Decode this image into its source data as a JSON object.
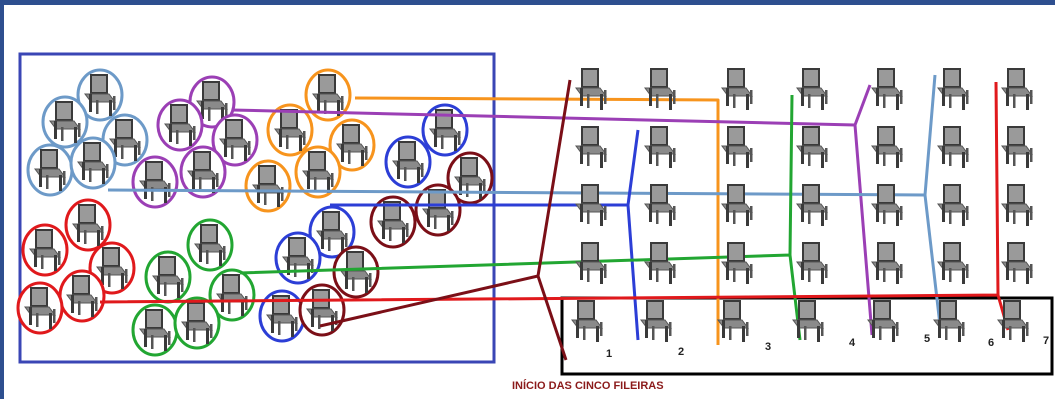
{
  "caption": "INÍCIO DAS CINCO FILEIRAS",
  "row_numbers": [
    "1",
    "2",
    "3",
    "4",
    "5",
    "6",
    "7"
  ],
  "colors": {
    "frame": "#2e4f8f",
    "left_box": "#3a46b5",
    "grid_box": "#000000",
    "orange": "#f7941d",
    "purple": "#9b3fb5",
    "light_blue": "#6d9ac8",
    "blue": "#2c3ed6",
    "green": "#22a632",
    "red": "#e0191c",
    "dark_red": "#7b0f17",
    "chair": "#7d7d7d",
    "chair_dark": "#3a3a3a"
  },
  "icons": [
    "chair-icon"
  ]
}
